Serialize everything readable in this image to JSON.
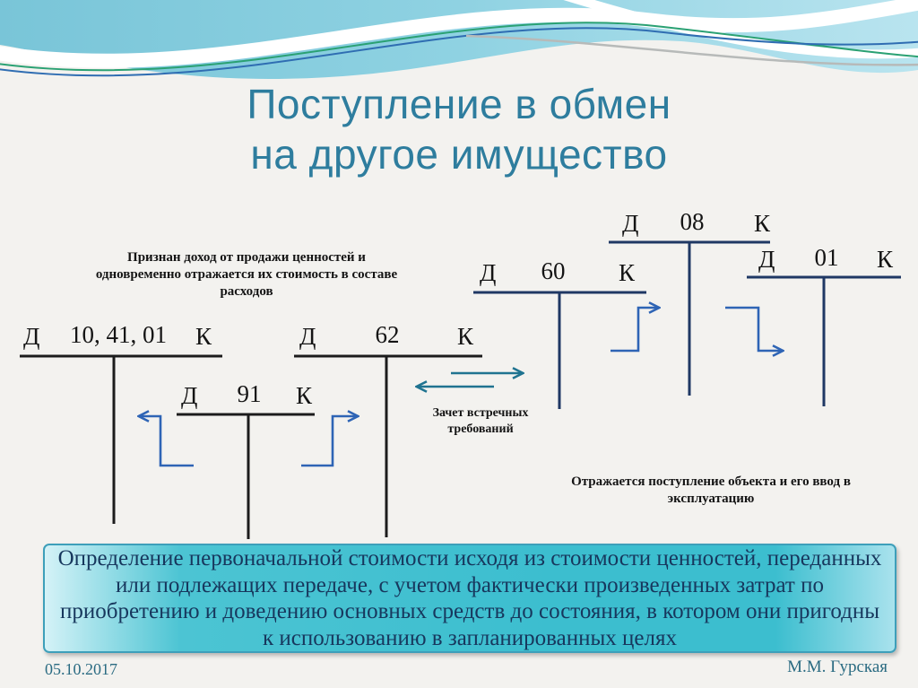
{
  "slide": {
    "title_line1": "Поступление в обмен",
    "title_line2": "на другое имущество",
    "footer": {
      "date": "05.10.2017",
      "author": "М.М. Гурская"
    }
  },
  "annotations": {
    "income_note": "Признан доход от продажи ценностей и одновременно отражается их стоимость в составе расходов",
    "offset_note": "Зачет встречных требований",
    "receipt_note": "Отражается  поступление объекта и его ввод в эксплуатацию"
  },
  "accounts": [
    {
      "id": "10-41-01",
      "debit": "Д",
      "code": "10, 41, 01",
      "credit": "К"
    },
    {
      "id": "91",
      "debit": "Д",
      "code": "91",
      "credit": "К"
    },
    {
      "id": "62",
      "debit": "Д",
      "code": "62",
      "credit": "К"
    },
    {
      "id": "60",
      "debit": "Д",
      "code": "60",
      "credit": "К"
    },
    {
      "id": "08",
      "debit": "Д",
      "code": "08",
      "credit": "К"
    },
    {
      "id": "01",
      "debit": "Д",
      "code": "01",
      "credit": "К"
    }
  ],
  "summary_box": {
    "text": "Определение первоначальной стоимости исходя из стоимости ценностей, переданных или подлежащих передаче, с учетом фактически произведенных затрат по приобретению и доведению основных средств до состояния, в котором они пригодны к использованию в запланированных целях"
  },
  "colors": {
    "c-title": "#2e7d9e",
    "c-black": "#1c1c1c",
    "c-navy": "#1f3864",
    "c-arrow-blue": "#2e64b5",
    "c-arrow-teal": "#1f7390",
    "c-box-border": "#3d9fba",
    "c-box-text": "#17375d",
    "c-box-grad-light": "#d4f2f7",
    "c-box-grad-mid": "#4cc4d3",
    "c-box-grad-mid2": "#3cbecf",
    "c-box-grad-end": "#a9e2ed",
    "c-footer": "#2a6b82",
    "c-band-dark": "#79c5d8",
    "c-band-light": "#b9e4ef",
    "c-accent-green": "#2aa173",
    "c-accent-blue": "#2f6db2",
    "c-accent-gray": "#b7bab9"
  }
}
